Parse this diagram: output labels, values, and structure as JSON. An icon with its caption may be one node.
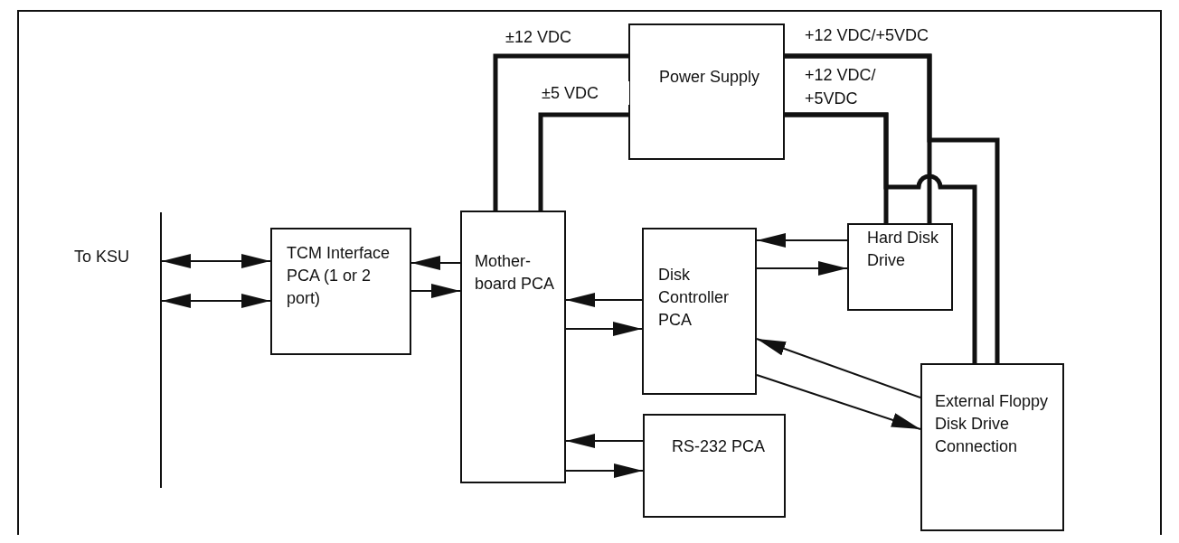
{
  "diagram": {
    "nodes": [
      {
        "text": [],
        "shape": "bar",
        "beside": [
          "To KSU"
        ]
      },
      {
        "text": [
          "TCM Interface PCA (1 or 2 port)"
        ]
      },
      {
        "text": [
          "Mother- board PCA"
        ]
      },
      {
        "text": [
          "Power Supply"
        ]
      },
      {
        "text": [
          "Disk Controller PCA"
        ]
      },
      {
        "text": [
          "Hard Disk Drive"
        ]
      },
      {
        "text": [
          "RS-232 PCA"
        ]
      },
      {
        "text": [
          "External Floppy Disk Drive Connection"
        ]
      }
    ],
    "edges": [
      {
        "from": 0,
        "to": 1,
        "arrow": "both"
      },
      {
        "from": 0,
        "to": 1,
        "arrow": "both"
      },
      {
        "from": 2,
        "to": 1,
        "arrow": "to"
      },
      {
        "from": 1,
        "to": 2,
        "arrow": "to"
      },
      {
        "from": 4,
        "to": 2,
        "arrow": "to"
      },
      {
        "from": 2,
        "to": 4,
        "arrow": "to"
      },
      {
        "from": 6,
        "to": 2,
        "arrow": "to"
      },
      {
        "from": 2,
        "to": 6,
        "arrow": "to"
      },
      {
        "from": 5,
        "to": 4,
        "arrow": "to"
      },
      {
        "from": 4,
        "to": 5,
        "arrow": "to"
      },
      {
        "from": 7,
        "to": 4,
        "arrow": "to"
      },
      {
        "from": 4,
        "to": 7,
        "arrow": "to"
      },
      {
        "from": 3,
        "to": 2,
        "arrow": "none",
        "style": "thick",
        "label": "±12 VDC"
      },
      {
        "from": 3,
        "to": 2,
        "arrow": "none",
        "style": "thick",
        "label": "±5 VDC"
      },
      {
        "from": 3,
        "to": 5,
        "arrow": "none",
        "style": "thick",
        "label": "+12 VDC/+5VDC"
      },
      {
        "from": 3,
        "to": 7,
        "arrow": "none",
        "style": "thick"
      },
      {
        "from": 3,
        "to": 5,
        "arrow": "none",
        "style": "thick",
        "label": "+12 VDC/ +5VDC"
      },
      {
        "from": 3,
        "to": 7,
        "arrow": "none",
        "style": "thick"
      }
    ]
  }
}
